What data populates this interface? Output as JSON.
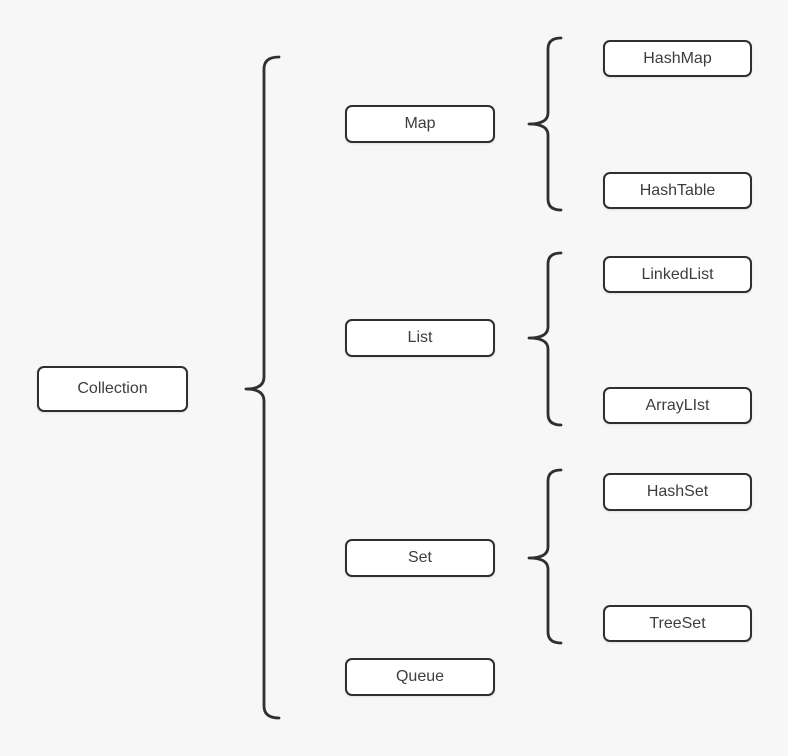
{
  "diagram": {
    "type": "tree-hierarchy",
    "root": {
      "label": "Collection"
    },
    "branches": [
      {
        "label": "Map",
        "children": [
          {
            "label": "HashMap"
          },
          {
            "label": "HashTable"
          }
        ]
      },
      {
        "label": "List",
        "children": [
          {
            "label": "LinkedList"
          },
          {
            "label": "ArrayLIst"
          }
        ]
      },
      {
        "label": "Set",
        "children": [
          {
            "label": "HashSet"
          },
          {
            "label": "TreeSet"
          }
        ]
      },
      {
        "label": "Queue",
        "children": []
      }
    ],
    "colors": {
      "background": "#f7f7f7",
      "node_fill": "#ffffff",
      "node_border": "#2f2f2f",
      "text": "#3d3d3d",
      "brace": "#2f2f2f"
    }
  }
}
